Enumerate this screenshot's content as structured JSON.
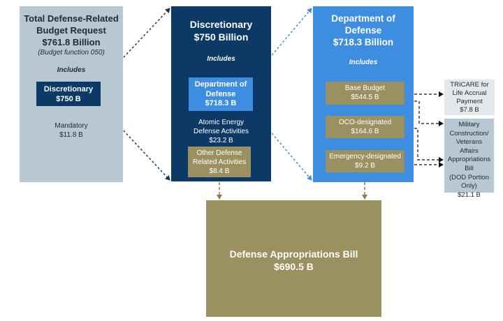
{
  "total": {
    "title_line1": "Total Defense-Related",
    "title_line2": "Budget Request",
    "title_amount": "$761.8 Billion",
    "subtitle": "(Budget function 050)",
    "includes_label": "Includes",
    "discretionary": {
      "label": "Discretionary",
      "amount": "$750 B"
    },
    "mandatory": {
      "label": "Mandatory",
      "amount": "$11.8 B"
    }
  },
  "discretionary": {
    "title": "Discretionary",
    "amount": "$750 Billion",
    "includes_label": "Includes",
    "dod": {
      "line1": "Department of",
      "line2": "Defense",
      "amount": "$718.3 B"
    },
    "atomic": {
      "line1": "Atomic Energy",
      "line2": "Defense Activities",
      "amount": "$23.2 B"
    },
    "other": {
      "line1": "Other Defense",
      "line2": "Related Activities",
      "amount": "$8.4 B"
    }
  },
  "dod": {
    "title_line1": "Department of",
    "title_line2": "Defense",
    "amount": "$718.3 Billion",
    "includes_label": "Includes",
    "base": {
      "label": "Base Budget",
      "amount": "$544.5 B"
    },
    "oco": {
      "label": "OCO-designated",
      "amount": "$164.6 B"
    },
    "emergency": {
      "label": "Emergency-designated",
      "amount": "$9.2 B"
    }
  },
  "tricare": {
    "lines": [
      "TRICARE for",
      "Life Accrual",
      "Payment"
    ],
    "amount": "$7.8 B"
  },
  "milcon": {
    "lines": [
      "Military",
      "Construction/",
      "Veterans",
      "Affairs",
      "Appropriations",
      "Bill",
      "(DOD Portion",
      "Only)"
    ],
    "amount": "$21.1 B"
  },
  "bill": {
    "title": "Defense Appropriations Bill",
    "amount": "$690.5 B"
  },
  "colors": {
    "navy": "#0d3966",
    "blue": "#3d8ee0",
    "olive": "#9b9060",
    "gray_blue": "#b7c8d2",
    "light_gray": "#e2e8ec"
  }
}
